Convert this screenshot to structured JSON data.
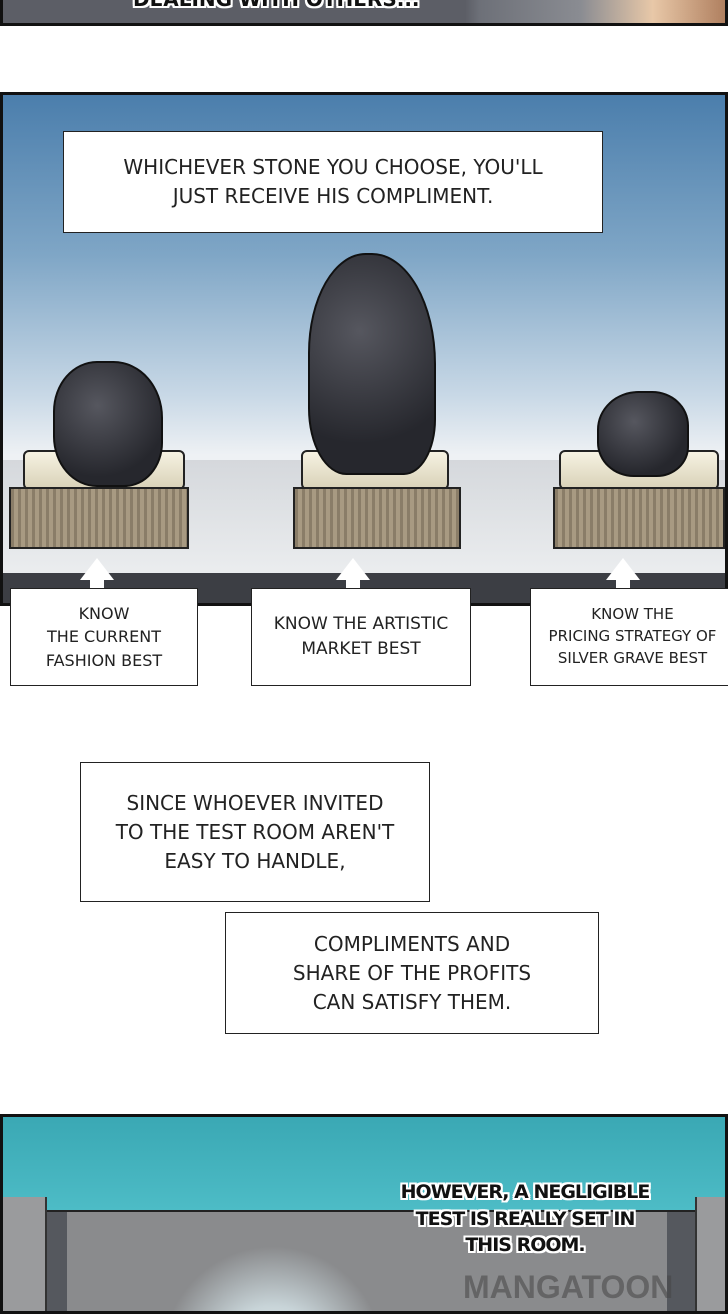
{
  "panel_top": {
    "caption": "DEALING WITH OTHERS..."
  },
  "panel_stones": {
    "caption": "WHICHEVER STONE YOU CHOOSE, YOU'LL\nJUST RECEIVE HIS COMPLIMENT.",
    "labels": [
      "KNOW\nTHE CURRENT\nFASHION BEST",
      "KNOW THE ARTISTIC\nMARKET BEST",
      "KNOW THE\nPRICING STRATEGY OF\nSILVER GRAVE BEST"
    ]
  },
  "narration": [
    "SINCE WHOEVER INVITED\nTO THE TEST ROOM AREN'T\nEASY TO HANDLE,",
    "COMPLIMENTS AND\nSHARE OF THE PROFITS\nCAN SATISFY THEM."
  ],
  "panel_room": {
    "caption": "HOWEVER, A NEGLIGIBLE\nTEST IS REALLY SET IN\nTHIS ROOM.",
    "watermark": "MANGATOON"
  }
}
